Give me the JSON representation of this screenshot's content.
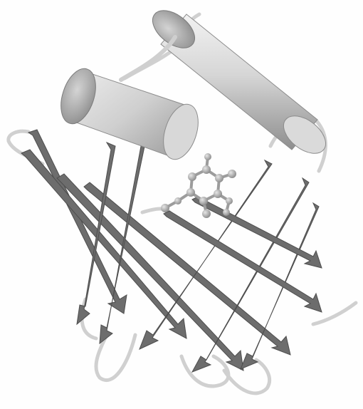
{
  "figure": {
    "subject": "protein-ribbon-structure",
    "elements": [
      "alpha-helix-cylinder",
      "alpha-helix-cylinder",
      "beta-barrel-strands",
      "loops",
      "bound-ligand"
    ],
    "colors": {
      "background": "#ffffff",
      "helix_light": "#e9e9e9",
      "helix_mid": "#bdbdbd",
      "helix_dark": "#8f8f8f",
      "strand": "#6c6c6c",
      "strand_dark": "#4e4e4e",
      "loop": "#d2d2d2",
      "ligand": "#a6a6a6"
    }
  }
}
